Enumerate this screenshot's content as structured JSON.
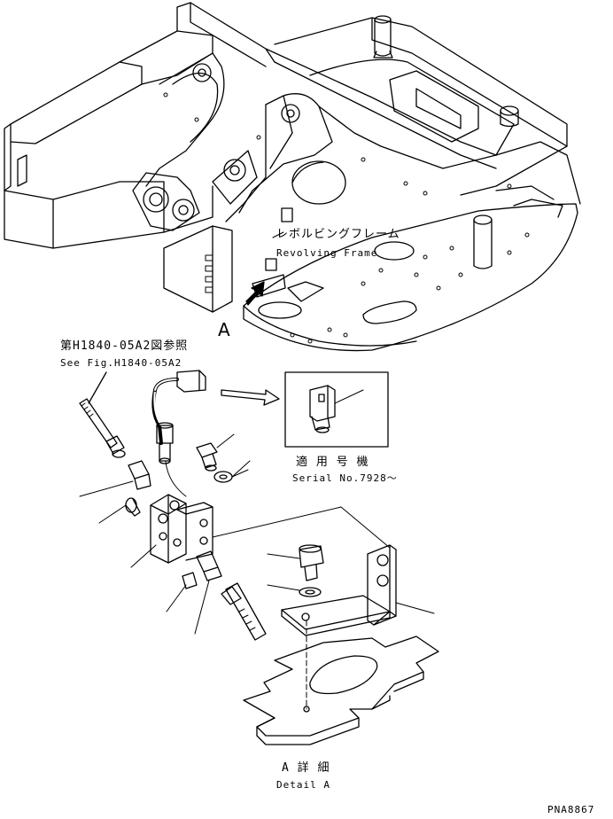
{
  "labels": {
    "revolving_frame_jp": "レボルビングフレーム",
    "revolving_frame_en": "Revolving Frame",
    "view_marker": "A",
    "ref_jp": "第H1840-05A2図参照",
    "ref_en": "See Fig.H1840-05A2",
    "serial_jp": "適 用 号 機",
    "serial_en": "Serial No.7928～",
    "detail_jp": "A 詳 細",
    "detail_en": "Detail A",
    "drawing_code": "PNA8867"
  }
}
